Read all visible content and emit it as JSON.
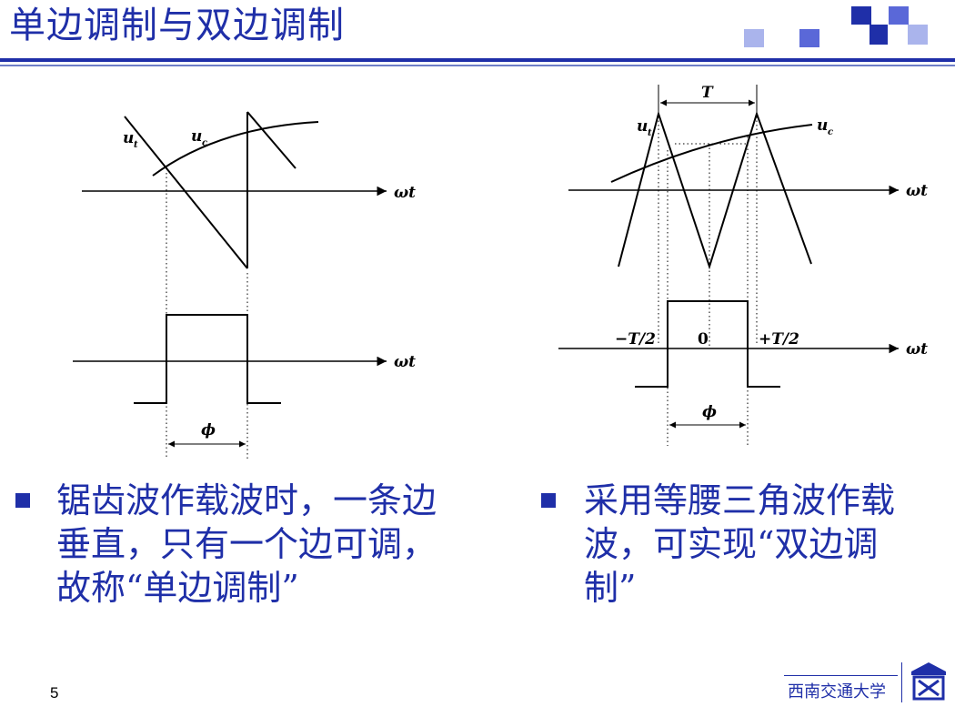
{
  "title": "单边调制与双边调制",
  "colors": {
    "accent": "#1f2fa8",
    "light_square": "#aab4ec",
    "mid_square": "#5a68d8"
  },
  "left_figure": {
    "ut_label": "u",
    "ut_sub": "t",
    "uc_label": "u",
    "uc_sub": "c",
    "axis_label_top": "ωt",
    "axis_label_bottom": "ωt",
    "phi_label": "ϕ"
  },
  "right_figure": {
    "period_label": "T",
    "ut_label": "u",
    "ut_sub": "t",
    "uc_label": "u",
    "uc_sub": "c",
    "axis_label_top": "ωt",
    "axis_label_bottom": "ωt",
    "neg_half": "−T/2",
    "zero": "0",
    "pos_half": "+T/2",
    "phi_label": "ϕ"
  },
  "bullets": {
    "left": [
      "锯齿波作载波时，一条边",
      "垂直，只有一个边可调，",
      "故称“单边调制”"
    ],
    "right": [
      "采用等腰三角波作载",
      "波，可实现“双边调",
      "制”"
    ]
  },
  "footer": {
    "page_number": "5",
    "university": "西南交通大学"
  }
}
